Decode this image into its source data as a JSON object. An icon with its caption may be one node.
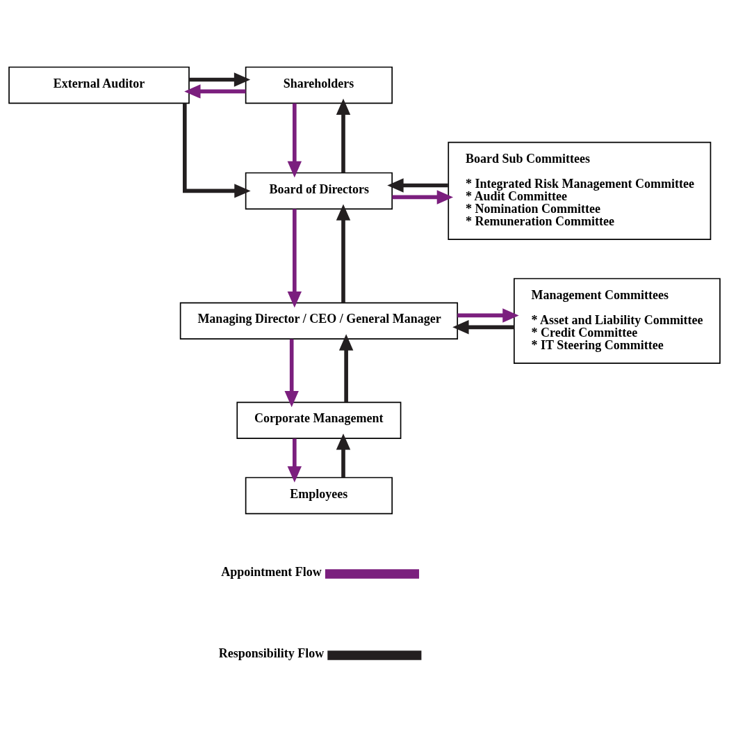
{
  "diagram": {
    "nodes": [
      {
        "text": [
          "External Auditor"
        ]
      },
      {
        "text": [
          "Shareholders"
        ]
      },
      {
        "text": [
          "Board Sub Committees",
          "* Integrated Risk Management Committee",
          "* Audit Committee",
          "* Nomination Committee",
          "* Remuneration Committee"
        ]
      },
      {
        "text": [
          "Board of Directors"
        ]
      },
      {
        "text": [
          "Managing Director / CEO / General Manager"
        ]
      },
      {
        "text": [
          "Management Committees",
          "* Asset and Liability Committee",
          "* Credit Committee",
          "* IT Steering Committee"
        ]
      },
      {
        "text": [
          "Corporate Management"
        ]
      },
      {
        "text": [
          "Employees"
        ]
      }
    ],
    "edges": [
      {
        "from": 1,
        "to": 0,
        "arrow": "to",
        "color": "#7b1f7e"
      },
      {
        "from": 0,
        "to": 1,
        "arrow": "to"
      },
      {
        "from": 0,
        "to": 3,
        "arrow": "to"
      },
      {
        "from": 3,
        "to": 1,
        "arrow": "to"
      },
      {
        "from": 1,
        "to": 3,
        "arrow": "to",
        "color": "#7b1f7e"
      },
      {
        "from": 3,
        "to": 2,
        "arrow": "to",
        "color": "#7b1f7e"
      },
      {
        "from": 2,
        "to": 3,
        "arrow": "to"
      },
      {
        "from": 4,
        "to": 3,
        "arrow": "to"
      },
      {
        "from": 3,
        "to": 4,
        "arrow": "to",
        "color": "#7b1f7e"
      },
      {
        "from": 5,
        "to": 4,
        "arrow": "to"
      },
      {
        "from": 4,
        "to": 5,
        "arrow": "to",
        "color": "#7b1f7e"
      },
      {
        "from": 6,
        "to": 4,
        "arrow": "to"
      },
      {
        "from": 4,
        "to": 6,
        "arrow": "to",
        "color": "#7b1f7e"
      },
      {
        "from": 7,
        "to": 6,
        "arrow": "to"
      },
      {
        "from": 6,
        "to": 7,
        "arrow": "to",
        "color": "#7b1f7e"
      }
    ],
    "legend": [
      {
        "text": "Appointment Flow",
        "color": "#7b1f7e"
      },
      {
        "text": "Responsibility Flow",
        "color": "#231f20"
      }
    ]
  }
}
